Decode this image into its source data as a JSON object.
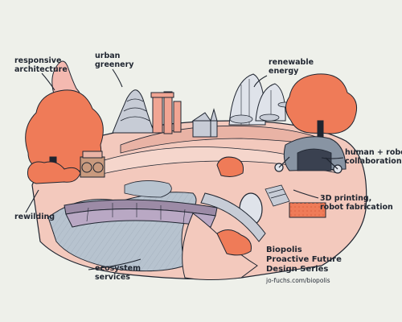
{
  "labels": {
    "responsive_architecture": [
      "responsive",
      "architecture"
    ],
    "urban_greenery": [
      "urban",
      "greenery"
    ],
    "renewable_energy": [
      "renewable",
      "energy"
    ],
    "human_robot": [
      "human + robot",
      "collaboration"
    ],
    "printing": [
      "3D printing,",
      "robot fabrication"
    ],
    "rewilding": [
      "rewilding"
    ],
    "ecosystem_services": [
      "ecosystem",
      "services"
    ]
  },
  "credit": {
    "title_lines": [
      "Biopolis",
      "Proactive Future",
      "Design Series"
    ],
    "url": "jo-fuchs.com/biopolis"
  },
  "colors": {
    "background": "#eef0ea",
    "tree_orange": "#ef7b58",
    "tree_dark": "#d9603f",
    "ground_pink": "#f3c9bd",
    "stone_grey": "#c7ccd6",
    "water": "#b7c3cf",
    "bridge_purple": "#9c8ba6",
    "ink": "#1f2530"
  }
}
